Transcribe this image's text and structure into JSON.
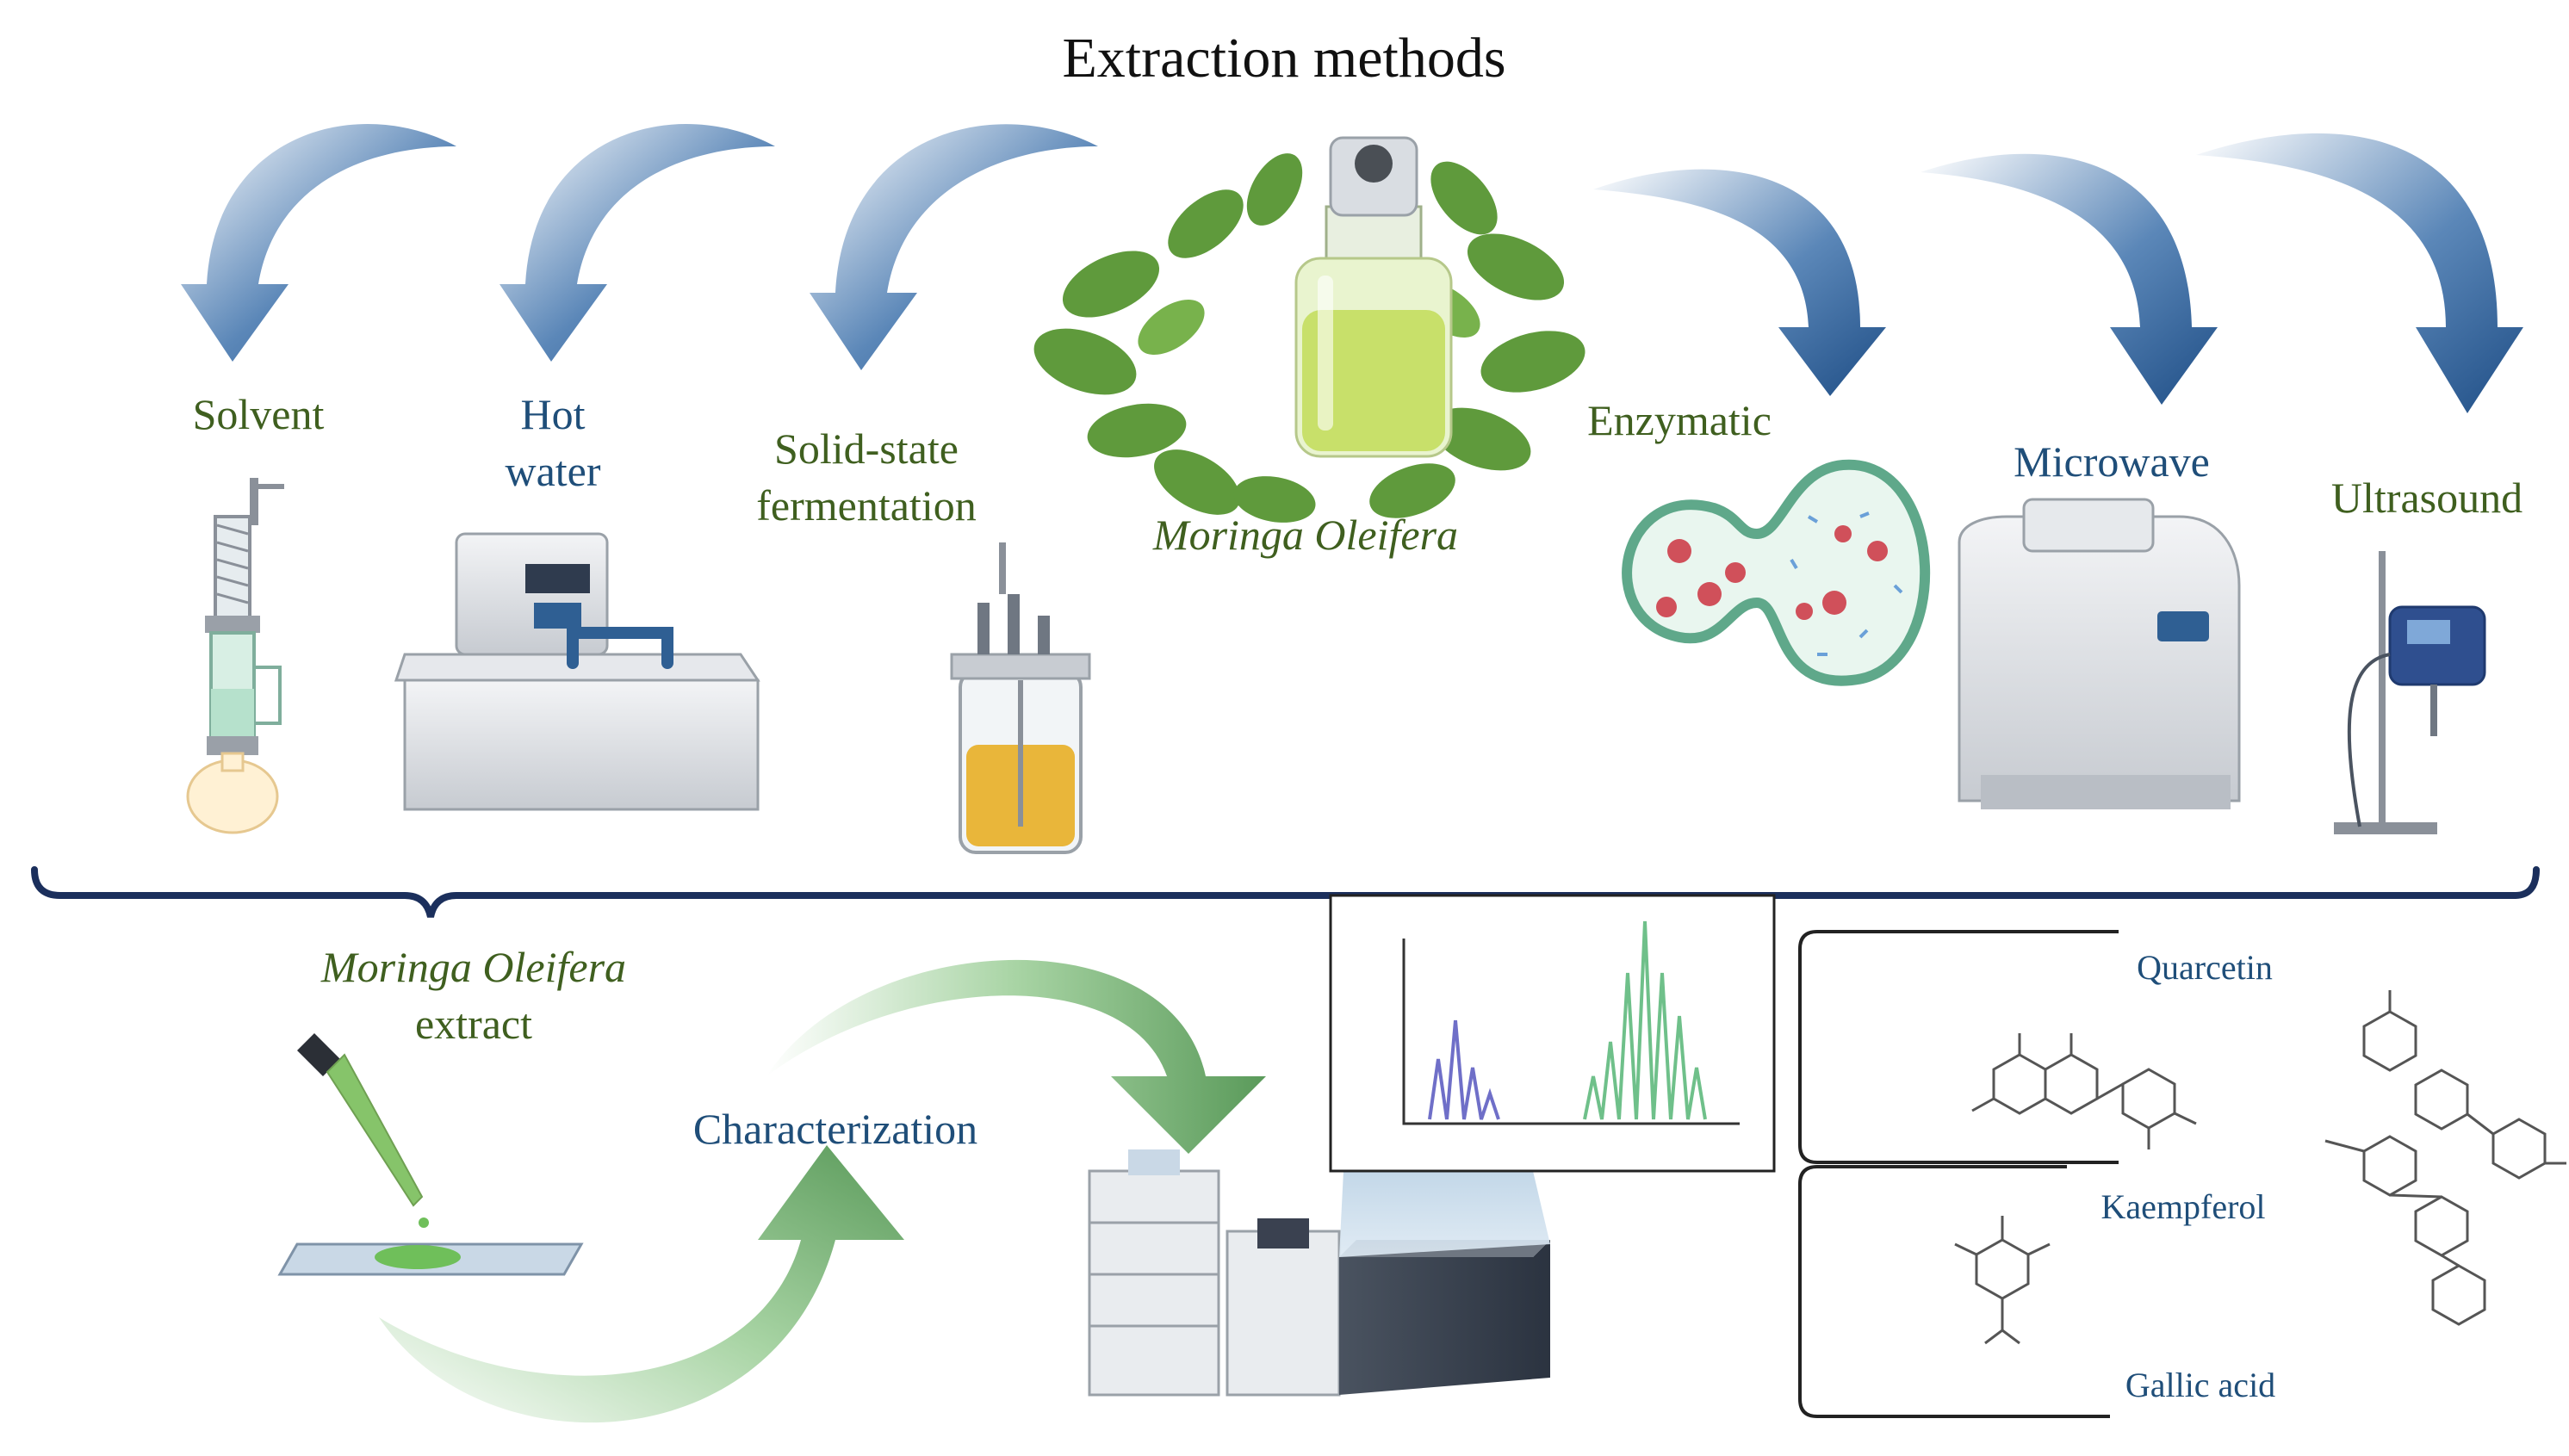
{
  "title": "Extraction methods",
  "methods": {
    "solvent": "Solvent",
    "hot_water_1": "Hot",
    "hot_water_2": "water",
    "ssf_1": "Solid-state",
    "ssf_2": "fermentation",
    "enzymatic": "Enzymatic",
    "microwave": "Microwave",
    "ultrasound": "Ultrasound"
  },
  "center_label": "Moringa Oleifera",
  "extract": {
    "line1": "Moringa Oleifera",
    "line2": "extract"
  },
  "characterization": "Characterization",
  "compounds": {
    "quercetin": "Quarcetin",
    "kaempferol": "Kaempferol",
    "gallic_acid": "Gallic acid"
  },
  "colors": {
    "arrow_blue": "#2f5f93",
    "arrow_green": "#6aaa6a",
    "label_green": "#3f5f1f",
    "label_blue": "#1f4e79",
    "bracket": "#1b2f5c",
    "leaf": "#5f9a3c",
    "liquid": "#c8e06a",
    "peak_purple": "#6f6fc8",
    "peak_green": "#6fc08a"
  }
}
